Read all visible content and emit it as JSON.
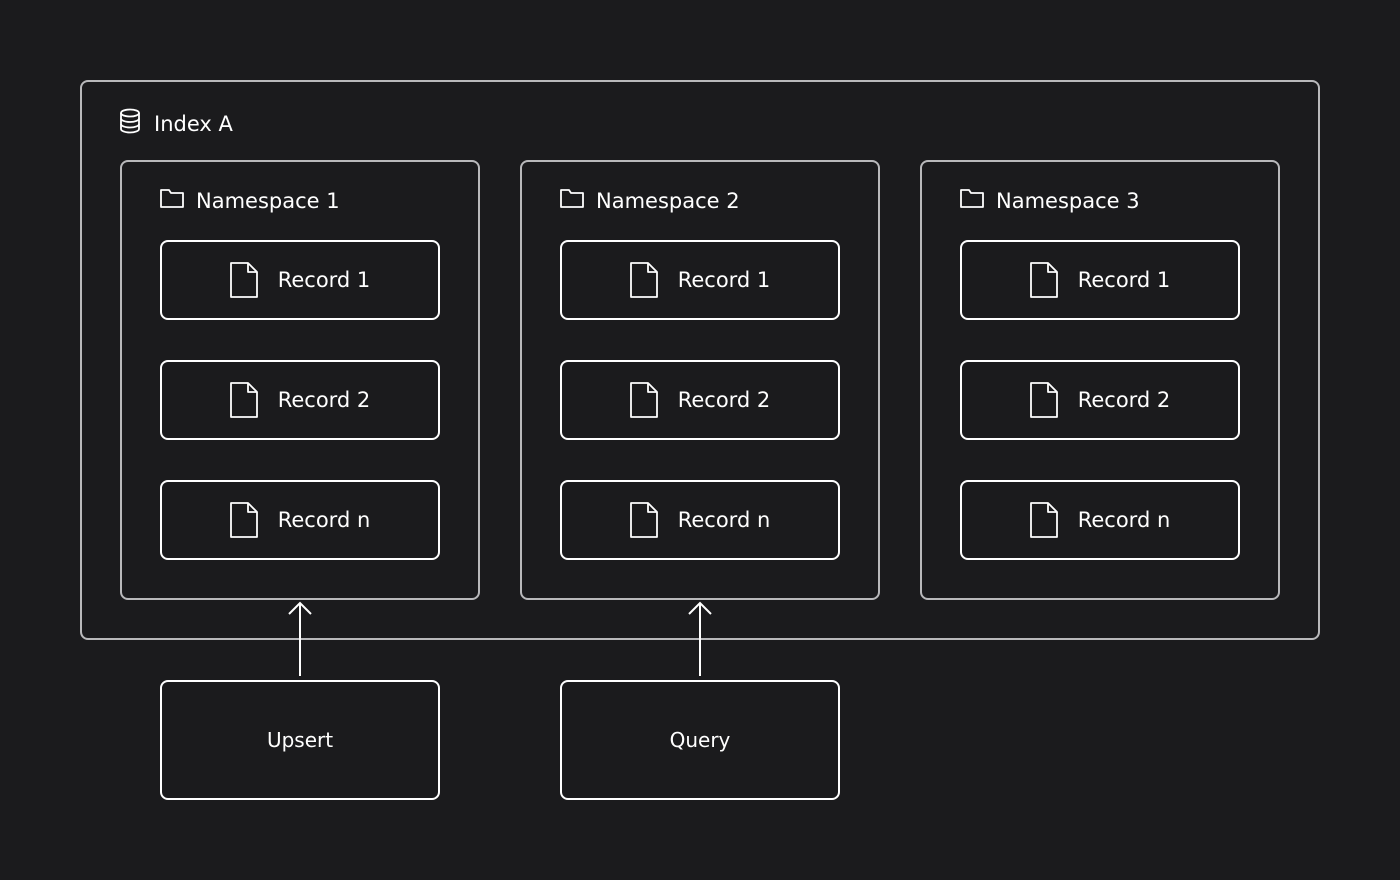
{
  "index": {
    "label": "Index A",
    "icon": "database-icon"
  },
  "namespaces": [
    {
      "label": "Namespace 1",
      "icon": "folder-icon",
      "records": [
        {
          "label": "Record 1",
          "icon": "file-icon"
        },
        {
          "label": "Record 2",
          "icon": "file-icon"
        },
        {
          "label": "Record n",
          "icon": "file-icon"
        }
      ]
    },
    {
      "label": "Namespace 2",
      "icon": "folder-icon",
      "records": [
        {
          "label": "Record 1",
          "icon": "file-icon"
        },
        {
          "label": "Record 2",
          "icon": "file-icon"
        },
        {
          "label": "Record n",
          "icon": "file-icon"
        }
      ]
    },
    {
      "label": "Namespace 3",
      "icon": "folder-icon",
      "records": [
        {
          "label": "Record 1",
          "icon": "file-icon"
        },
        {
          "label": "Record 2",
          "icon": "file-icon"
        },
        {
          "label": "Record n",
          "icon": "file-icon"
        }
      ]
    }
  ],
  "operations": [
    {
      "label": "Upsert",
      "target": "Namespace 1"
    },
    {
      "label": "Query",
      "target": "Namespace 2"
    }
  ],
  "colors": {
    "background": "#1b1b1d",
    "container_border": "#b9b9bb",
    "record_border": "#ffffff",
    "text": "#ffffff"
  }
}
